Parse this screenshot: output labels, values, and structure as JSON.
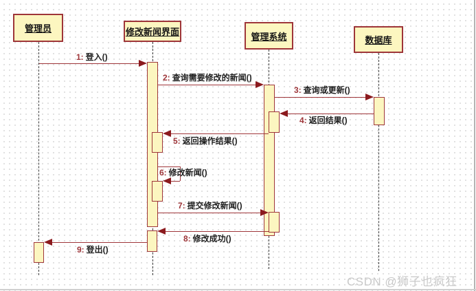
{
  "diagram": {
    "type": "uml-sequence-diagram",
    "lifelines": [
      {
        "name": "管理员"
      },
      {
        "name": "修改新闻界面"
      },
      {
        "name": "管理系统"
      },
      {
        "name": "数据库"
      }
    ],
    "messages": [
      {
        "num": "1:",
        "label": "登入()",
        "from": "管理员",
        "to": "修改新闻界面"
      },
      {
        "num": "2:",
        "label": "查询需要修改的新闻()",
        "from": "修改新闻界面",
        "to": "管理系统"
      },
      {
        "num": "3:",
        "label": "查询或更新()",
        "from": "管理系统",
        "to": "数据库"
      },
      {
        "num": "4:",
        "label": "返回结果()",
        "from": "数据库",
        "to": "管理系统"
      },
      {
        "num": "5:",
        "label": "返回操作结果()",
        "from": "管理系统",
        "to": "修改新闻界面"
      },
      {
        "num": "6:",
        "label": "修改新闻()",
        "from": "修改新闻界面",
        "to": "修改新闻界面"
      },
      {
        "num": "7:",
        "label": "提交修改新闻()",
        "from": "修改新闻界面",
        "to": "管理系统"
      },
      {
        "num": "8:",
        "label": "修改成功()",
        "from": "管理系统",
        "to": "修改新闻界面"
      },
      {
        "num": "9:",
        "label": "登出()",
        "from": "修改新闻界面",
        "to": "管理员"
      }
    ],
    "watermark": "CSDN @狮子也疯狂",
    "colors": {
      "box_fill": "#FCF6C0",
      "box_border": "#9E3539",
      "message_line": "#9E3539",
      "arrowhead": "#8B1A1E",
      "message_number": "#9E3539",
      "message_text": "#1F1F1F",
      "lifeline": "#3A3A3A",
      "grid_dot": "#D7D7D7",
      "watermark_text": "#C9C9C9"
    }
  }
}
